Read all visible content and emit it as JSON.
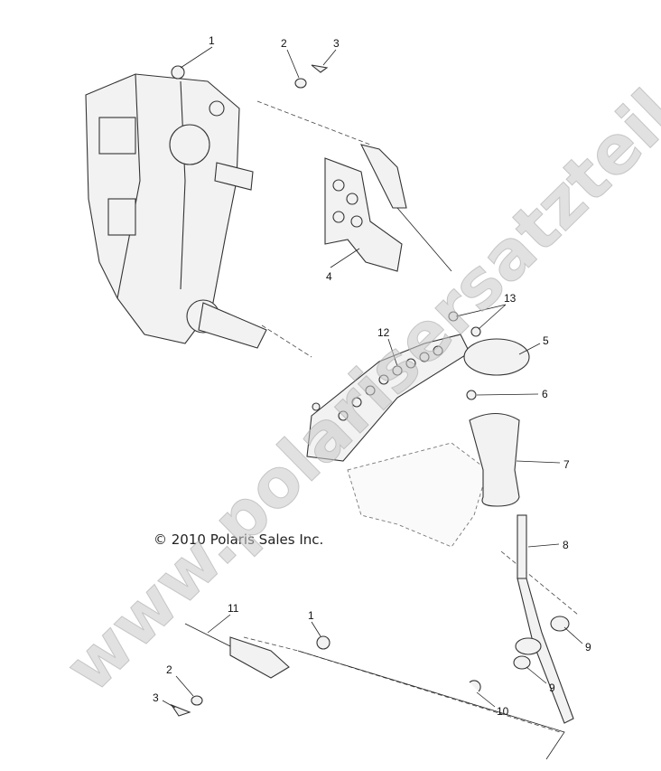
{
  "copyright": "© 2010 Polaris Sales Inc.",
  "watermark": "www.polarisersatzteile.de",
  "callouts": {
    "c1a": "1",
    "c2a": "2",
    "c3a": "3",
    "c4": "4",
    "c13": "13",
    "c12": "12",
    "c5": "5",
    "c6": "6",
    "c7": "7",
    "c8": "8",
    "c9a": "9",
    "c9b": "9",
    "c10": "10",
    "c1b": "1",
    "c11": "11",
    "c2b": "2",
    "c3b": "3"
  }
}
